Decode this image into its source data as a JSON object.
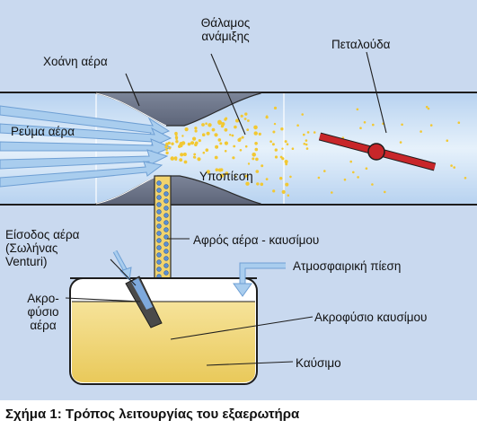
{
  "labels": {
    "air_horn": "Χοάνη αέρα",
    "mixing_chamber_line1": "Θάλαμος",
    "mixing_chamber_line2": "ανάμιξης",
    "throttle": "Πεταλούδα",
    "air_stream": "Ρεύμα αέρα",
    "low_pressure": "Υποπίεση",
    "air_inlet_line1": "Είσοδος αέρα",
    "air_inlet_line2": "(Σωλήνας",
    "air_inlet_line3": "Venturi)",
    "air_fuel_foam": "Αφρός αέρα - καυσίμου",
    "atmospheric_pressure": "Ατμοσφαιρική πίεση",
    "air_jet_line1": "Ακρο-",
    "air_jet_line2": "φύσιο",
    "air_jet_line3": "αέρα",
    "fuel_jet": "Ακροφύσιο καυσίμου",
    "fuel": "Καύσιμο"
  },
  "caption": "Σχήμα 1: Τρόπος λειτουργίας του εξαερωτήρα",
  "colors": {
    "background": "#c9d9ef",
    "duct_air": "#cfe2f6",
    "venturi_body": "#6d7689",
    "fuel": "#f0d878",
    "fuel_droplet": "#f2c832",
    "air_bubble": "#5b8fd3",
    "throttle": "#c8262a",
    "arrow": "#a9cdee"
  }
}
